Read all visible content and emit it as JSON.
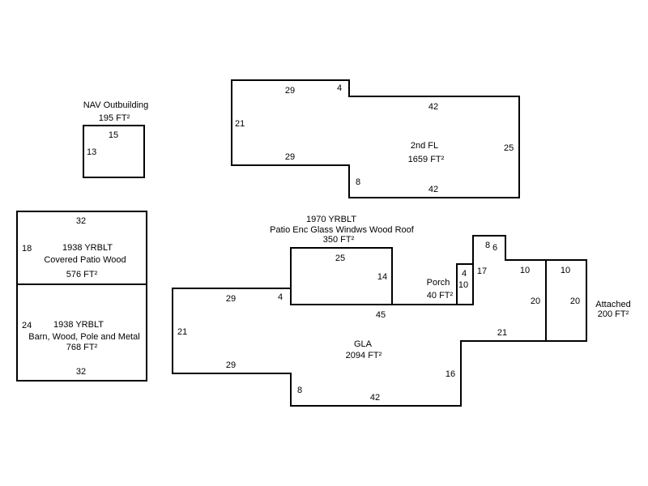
{
  "nav_outbuilding": {
    "title": "NAV Outbuilding",
    "area": "195 FT²",
    "dims": [
      "15",
      "13"
    ]
  },
  "second_floor": {
    "title": "2nd FL",
    "area": "1659 FT²",
    "dims": [
      "29",
      "4",
      "42",
      "21",
      "29",
      "25",
      "8",
      "42"
    ]
  },
  "covered_patio": {
    "year": "1938 YRBLT",
    "title": "Covered Patio Wood",
    "area": "576 FT²",
    "dims": [
      "32",
      "18"
    ]
  },
  "barn": {
    "year": "1938 YRBLT",
    "title": "Barn, Wood, Pole and Metal",
    "area": "768 FT²",
    "dims": [
      "24",
      "32"
    ]
  },
  "patio_enclosed": {
    "year": "1970 YRBLT",
    "title": "Patio Enc Glass Windws Wood Roof",
    "area": "350 FT²",
    "dims": [
      "25",
      "14"
    ]
  },
  "gla": {
    "title": "GLA",
    "area": "2094 FT²",
    "dims": [
      "29",
      "4",
      "45",
      "21",
      "29",
      "8",
      "42",
      "16",
      "21",
      "20",
      "10",
      "17",
      "8",
      "6"
    ]
  },
  "porch": {
    "title": "Porch",
    "area": "40 FT²",
    "dims": [
      "4",
      "10"
    ]
  },
  "attached": {
    "title": "Attached",
    "area": "200 FT²",
    "dims": [
      "10",
      "20"
    ]
  }
}
